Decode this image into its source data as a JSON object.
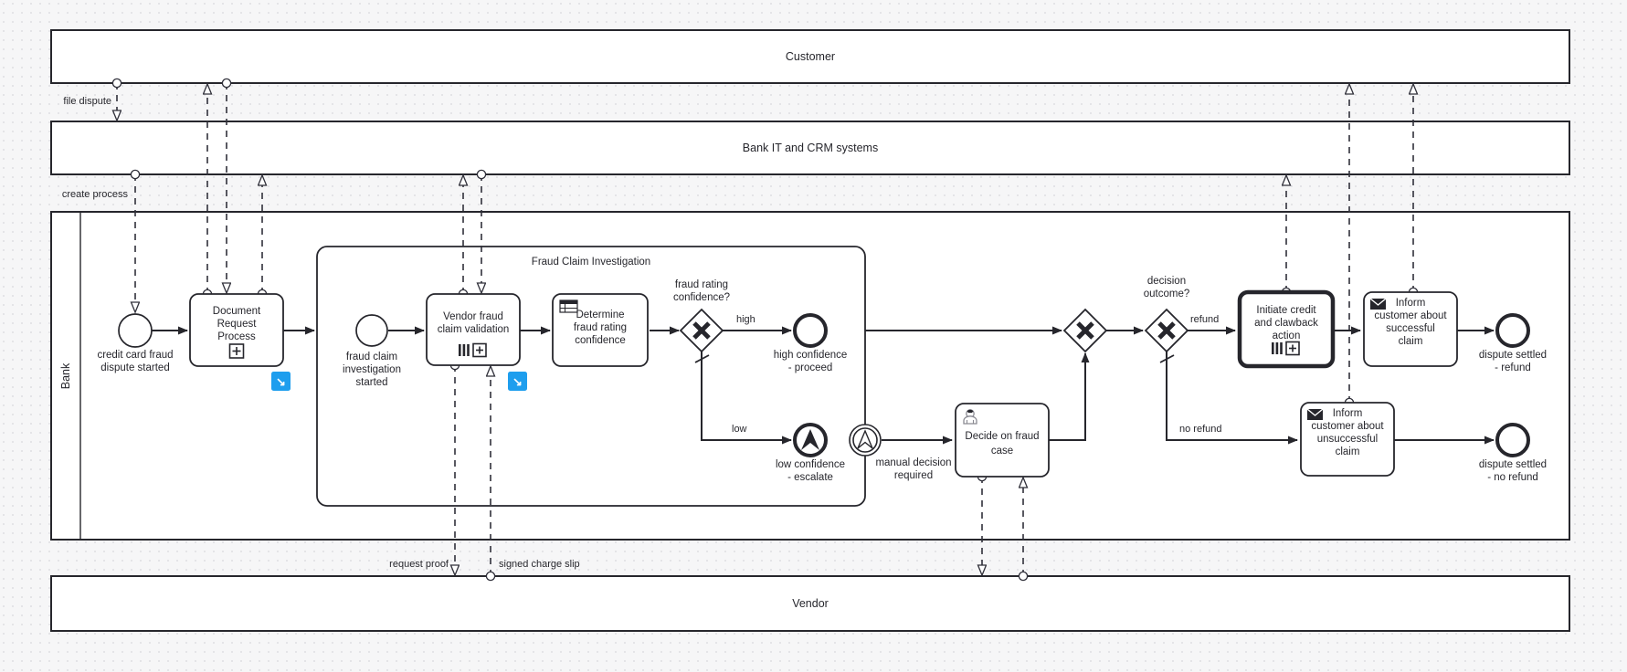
{
  "diagram": {
    "pools": {
      "customer": {
        "label": "Customer"
      },
      "bank_it": {
        "label": "Bank IT and CRM systems"
      },
      "bank": {
        "label": "Bank"
      },
      "vendor": {
        "label": "Vendor"
      }
    },
    "subprocess": {
      "title": "Fraud Claim Investigation"
    },
    "events": {
      "start_dispute": {
        "lines": [
          "credit card fraud",
          "dispute started"
        ]
      },
      "start_investigation": {
        "lines": [
          "fraud claim",
          "investigation",
          "started"
        ]
      },
      "end_high": {
        "lines": [
          "high confidence",
          "- proceed"
        ]
      },
      "end_low": {
        "lines": [
          "low confidence",
          "- escalate"
        ]
      },
      "boundary_escalation": {
        "lines": [
          "manual decision",
          "required"
        ]
      },
      "end_refund": {
        "lines": [
          "dispute settled",
          "- refund"
        ]
      },
      "end_no_refund": {
        "lines": [
          "dispute settled",
          "- no refund"
        ]
      }
    },
    "tasks": {
      "document_request": {
        "lines": [
          "Document",
          "Request",
          "Process"
        ]
      },
      "vendor_validation": {
        "lines": [
          "Vendor fraud",
          "claim validation"
        ]
      },
      "determine_confidence": {
        "lines": [
          "Determine",
          "fraud rating",
          "confidence"
        ]
      },
      "decide_fraud": {
        "lines": [
          "Decide on fraud",
          "case"
        ]
      },
      "initiate_credit": {
        "lines": [
          "Initiate credit",
          "and clawback",
          "action"
        ]
      },
      "inform_success": {
        "lines": [
          "Inform",
          "customer about",
          "successful",
          "claim"
        ]
      },
      "inform_unsuccess": {
        "lines": [
          "Inform",
          "customer about",
          "unsuccessful",
          "claim"
        ]
      }
    },
    "gateways": {
      "confidence": {
        "question": [
          "fraud rating",
          "confidence?"
        ],
        "branch_high": "high",
        "branch_low": "low"
      },
      "outcome": {
        "question": [
          "decision",
          "outcome?"
        ],
        "branch_refund": "refund",
        "branch_no_refund": "no refund"
      }
    },
    "message_labels": {
      "file_dispute": "file dispute",
      "create_process": "create process",
      "request_proof": "request proof",
      "signed_charge_slip": "signed charge slip"
    },
    "badges": {
      "drilldown_glyph": "↘"
    },
    "colors": {
      "stroke": "#26262c",
      "badge_blue": "#1e9eee",
      "canvas": "#f6f6f7",
      "dot_grid": "#d7d7db"
    },
    "icons": {
      "business_rule": "table-icon",
      "user": "person-icon",
      "send": "envelope-icon",
      "escalation": "chevron-up-icon",
      "subprocess_marker": "plus-square-icon",
      "multi_instance_marker": "parallel-bars-icon",
      "drilldown": "arrow-down-right-icon"
    }
  }
}
